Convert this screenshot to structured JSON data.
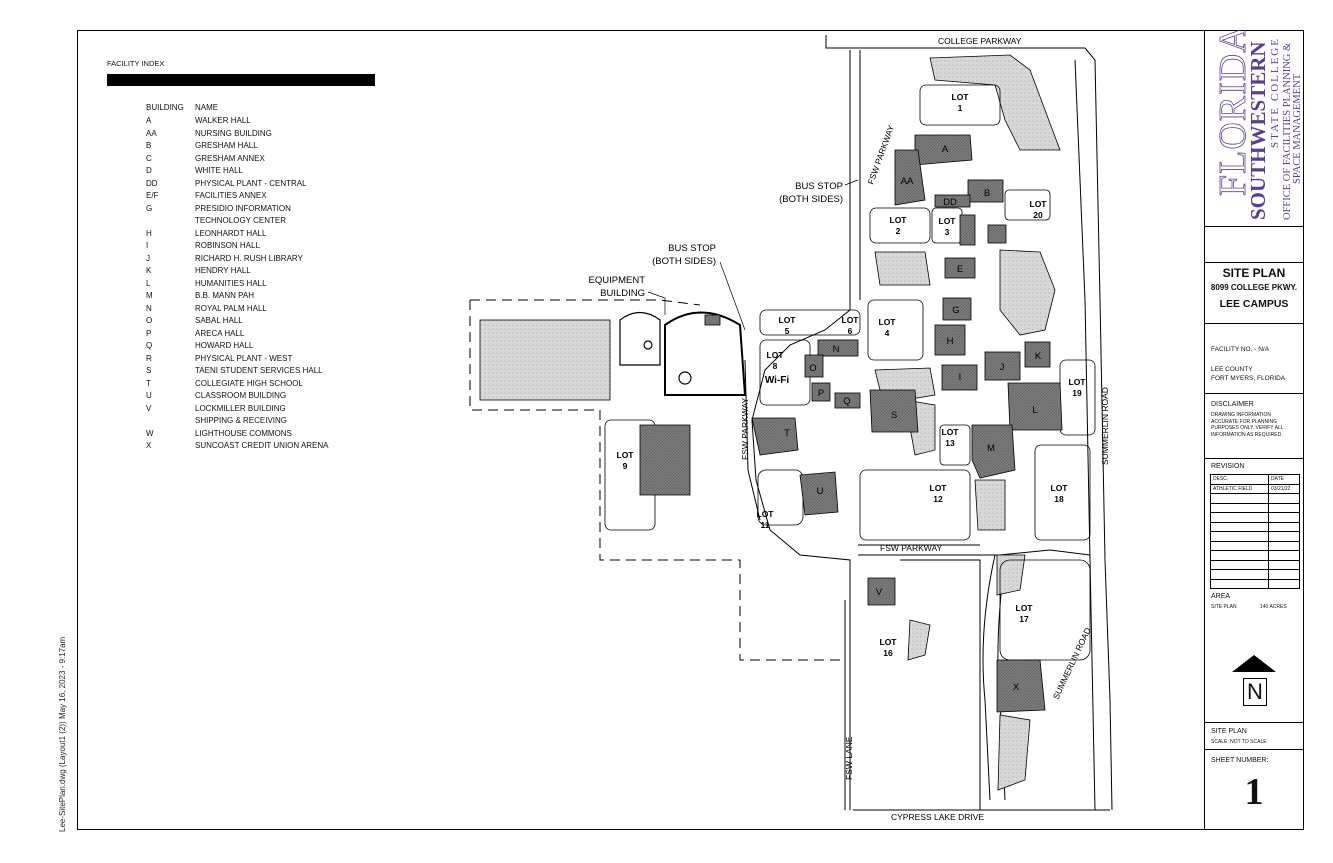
{
  "facility_index": {
    "title": "FACILITY INDEX",
    "col_building": "BUILDING",
    "col_name": "NAME",
    "buildings": [
      {
        "code": "A",
        "name": "WALKER HALL"
      },
      {
        "code": "AA",
        "name": "NURSING BUILDING"
      },
      {
        "code": "B",
        "name": "GRESHAM HALL"
      },
      {
        "code": "C",
        "name": "GRESHAM ANNEX"
      },
      {
        "code": "D",
        "name": "WHITE HALL"
      },
      {
        "code": "DD",
        "name": "PHYSICAL PLANT - CENTRAL"
      },
      {
        "code": "E/F",
        "name": "FACILITIES ANNEX"
      },
      {
        "code": "G",
        "name": "PRESIDIO INFORMATION"
      },
      {
        "code": "",
        "name": "TECHNOLOGY CENTER"
      },
      {
        "code": "H",
        "name": "LEONHARDT HALL"
      },
      {
        "code": "I",
        "name": "ROBINSON HALL"
      },
      {
        "code": "J",
        "name": "RICHARD H. RUSH LIBRARY"
      },
      {
        "code": "K",
        "name": "HENDRY HALL"
      },
      {
        "code": "L",
        "name": "HUMANITIES HALL"
      },
      {
        "code": "M",
        "name": "B.B. MANN PAH"
      },
      {
        "code": "N",
        "name": "ROYAL PALM HALL"
      },
      {
        "code": "O",
        "name": "SABAL HALL"
      },
      {
        "code": "P",
        "name": "ARECA HALL"
      },
      {
        "code": "Q",
        "name": "HOWARD HALL"
      },
      {
        "code": "R",
        "name": "PHYSICAL PLANT - WEST"
      },
      {
        "code": "S",
        "name": "TAENI STUDENT SERVICES HALL"
      },
      {
        "code": "T",
        "name": "COLLEGIATE HIGH SCHOOL"
      },
      {
        "code": "U",
        "name": "CLASSROOM BUILDING"
      },
      {
        "code": "V",
        "name": "LOCKMILLER BUILDING"
      },
      {
        "code": "",
        "name": "SHIPPING & RECEIVING"
      },
      {
        "code": "W",
        "name": "LIGHTHOUSE COMMONS"
      },
      {
        "code": "X",
        "name": "SUNCOAST CREDIT UNION ARENA"
      }
    ]
  },
  "side_stamp": "Lee-SitePlan.dwg (Layout1 (2)) May 16, 2023 - 9:17am",
  "logo": {
    "line1": "FLORIDA",
    "line2": "SOUTHWESTERN",
    "line3": "STATE COLLEGE",
    "line4": "OFFICE OF FACILITIES PLANNING &",
    "line5": "SPACE MANAGEMENT",
    "color": "#5b3f8c"
  },
  "title_block": {
    "title": "SITE PLAN",
    "address": "8099 COLLEGE PKWY.",
    "campus": "LEE CAMPUS",
    "facility_no": "FACILITY NO. - N/A",
    "county": "LEE COUNTY",
    "city": "FORT MYERS, FLORIDA",
    "disclaimer_heading": "DISCLAIMER",
    "disclaimer_text": "DRAWING INFORMATION ACCURATE FOR PLANNING PURPOSES ONLY. VERIFY ALL INFORMATION AS REQUIRED.",
    "revision_heading": "REVISION",
    "revision_col_desc": "DESC.",
    "revision_col_date": "DATE",
    "revision_row_desc": "ATHLETIC FIELD",
    "revision_row_date": "03/21/22",
    "area_heading": "AREA",
    "area_label": "SITE PLAN",
    "area_value": "140 ACRES",
    "north_letter": "N",
    "scale_heading": "SITE PLAN",
    "scale_text": "SCALE: NOT TO SCALE",
    "sheet_heading": "SHEET NUMBER:",
    "sheet_number": "1"
  },
  "map": {
    "roads": {
      "college_parkway": "COLLEGE  PARKWAY",
      "fsw_parkway_north": "FSW PARKWAY",
      "fsw_parkway_west": "FSW PARKWAY",
      "fsw_parkway_south": "FSW PARKWAY",
      "fsw_lane": "FSW LANE",
      "summerlin_road_north": "SUMMERLIN  ROAD",
      "summerlin_road_south": "SUMMERLIN  ROAD",
      "cypress_lake_drive": "CYPRESS  LAKE  DRIVE"
    },
    "callouts": {
      "bus_stop_1_line1": "BUS STOP",
      "bus_stop_1_line2": "(BOTH SIDES)",
      "bus_stop_2_line1": "BUS STOP",
      "bus_stop_2_line2": "(BOTH SIDES)",
      "equipment_line1": "EQUIPMENT",
      "equipment_line2": "BUILDING",
      "wifi": "Wi-Fi"
    },
    "lots": {
      "lot_word": "LOT",
      "lot1": "1",
      "lot2": "2",
      "lot3": "3",
      "lot4": "4",
      "lot5": "5",
      "lot6": "6",
      "lot8": "8",
      "lot9": "9",
      "lot11": "11",
      "lot12": "12",
      "lot13": "13",
      "lot16": "16",
      "lot17": "17",
      "lot18": "18",
      "lot19": "19",
      "lot20": "20"
    },
    "building_labels": {
      "A": "A",
      "AA": "AA",
      "B": "B",
      "DD": "DD",
      "E": "E",
      "G": "G",
      "H": "H",
      "I": "I",
      "J": "J",
      "K": "K",
      "L": "L",
      "M": "M",
      "N": "N",
      "O": "O",
      "P": "P",
      "Q": "Q",
      "S": "S",
      "T": "T",
      "U": "U",
      "V": "V",
      "X": "X"
    }
  },
  "colors": {
    "building_fill": "#7d7d7d",
    "pond_fill": "#d6d6d6",
    "line": "#000000"
  }
}
